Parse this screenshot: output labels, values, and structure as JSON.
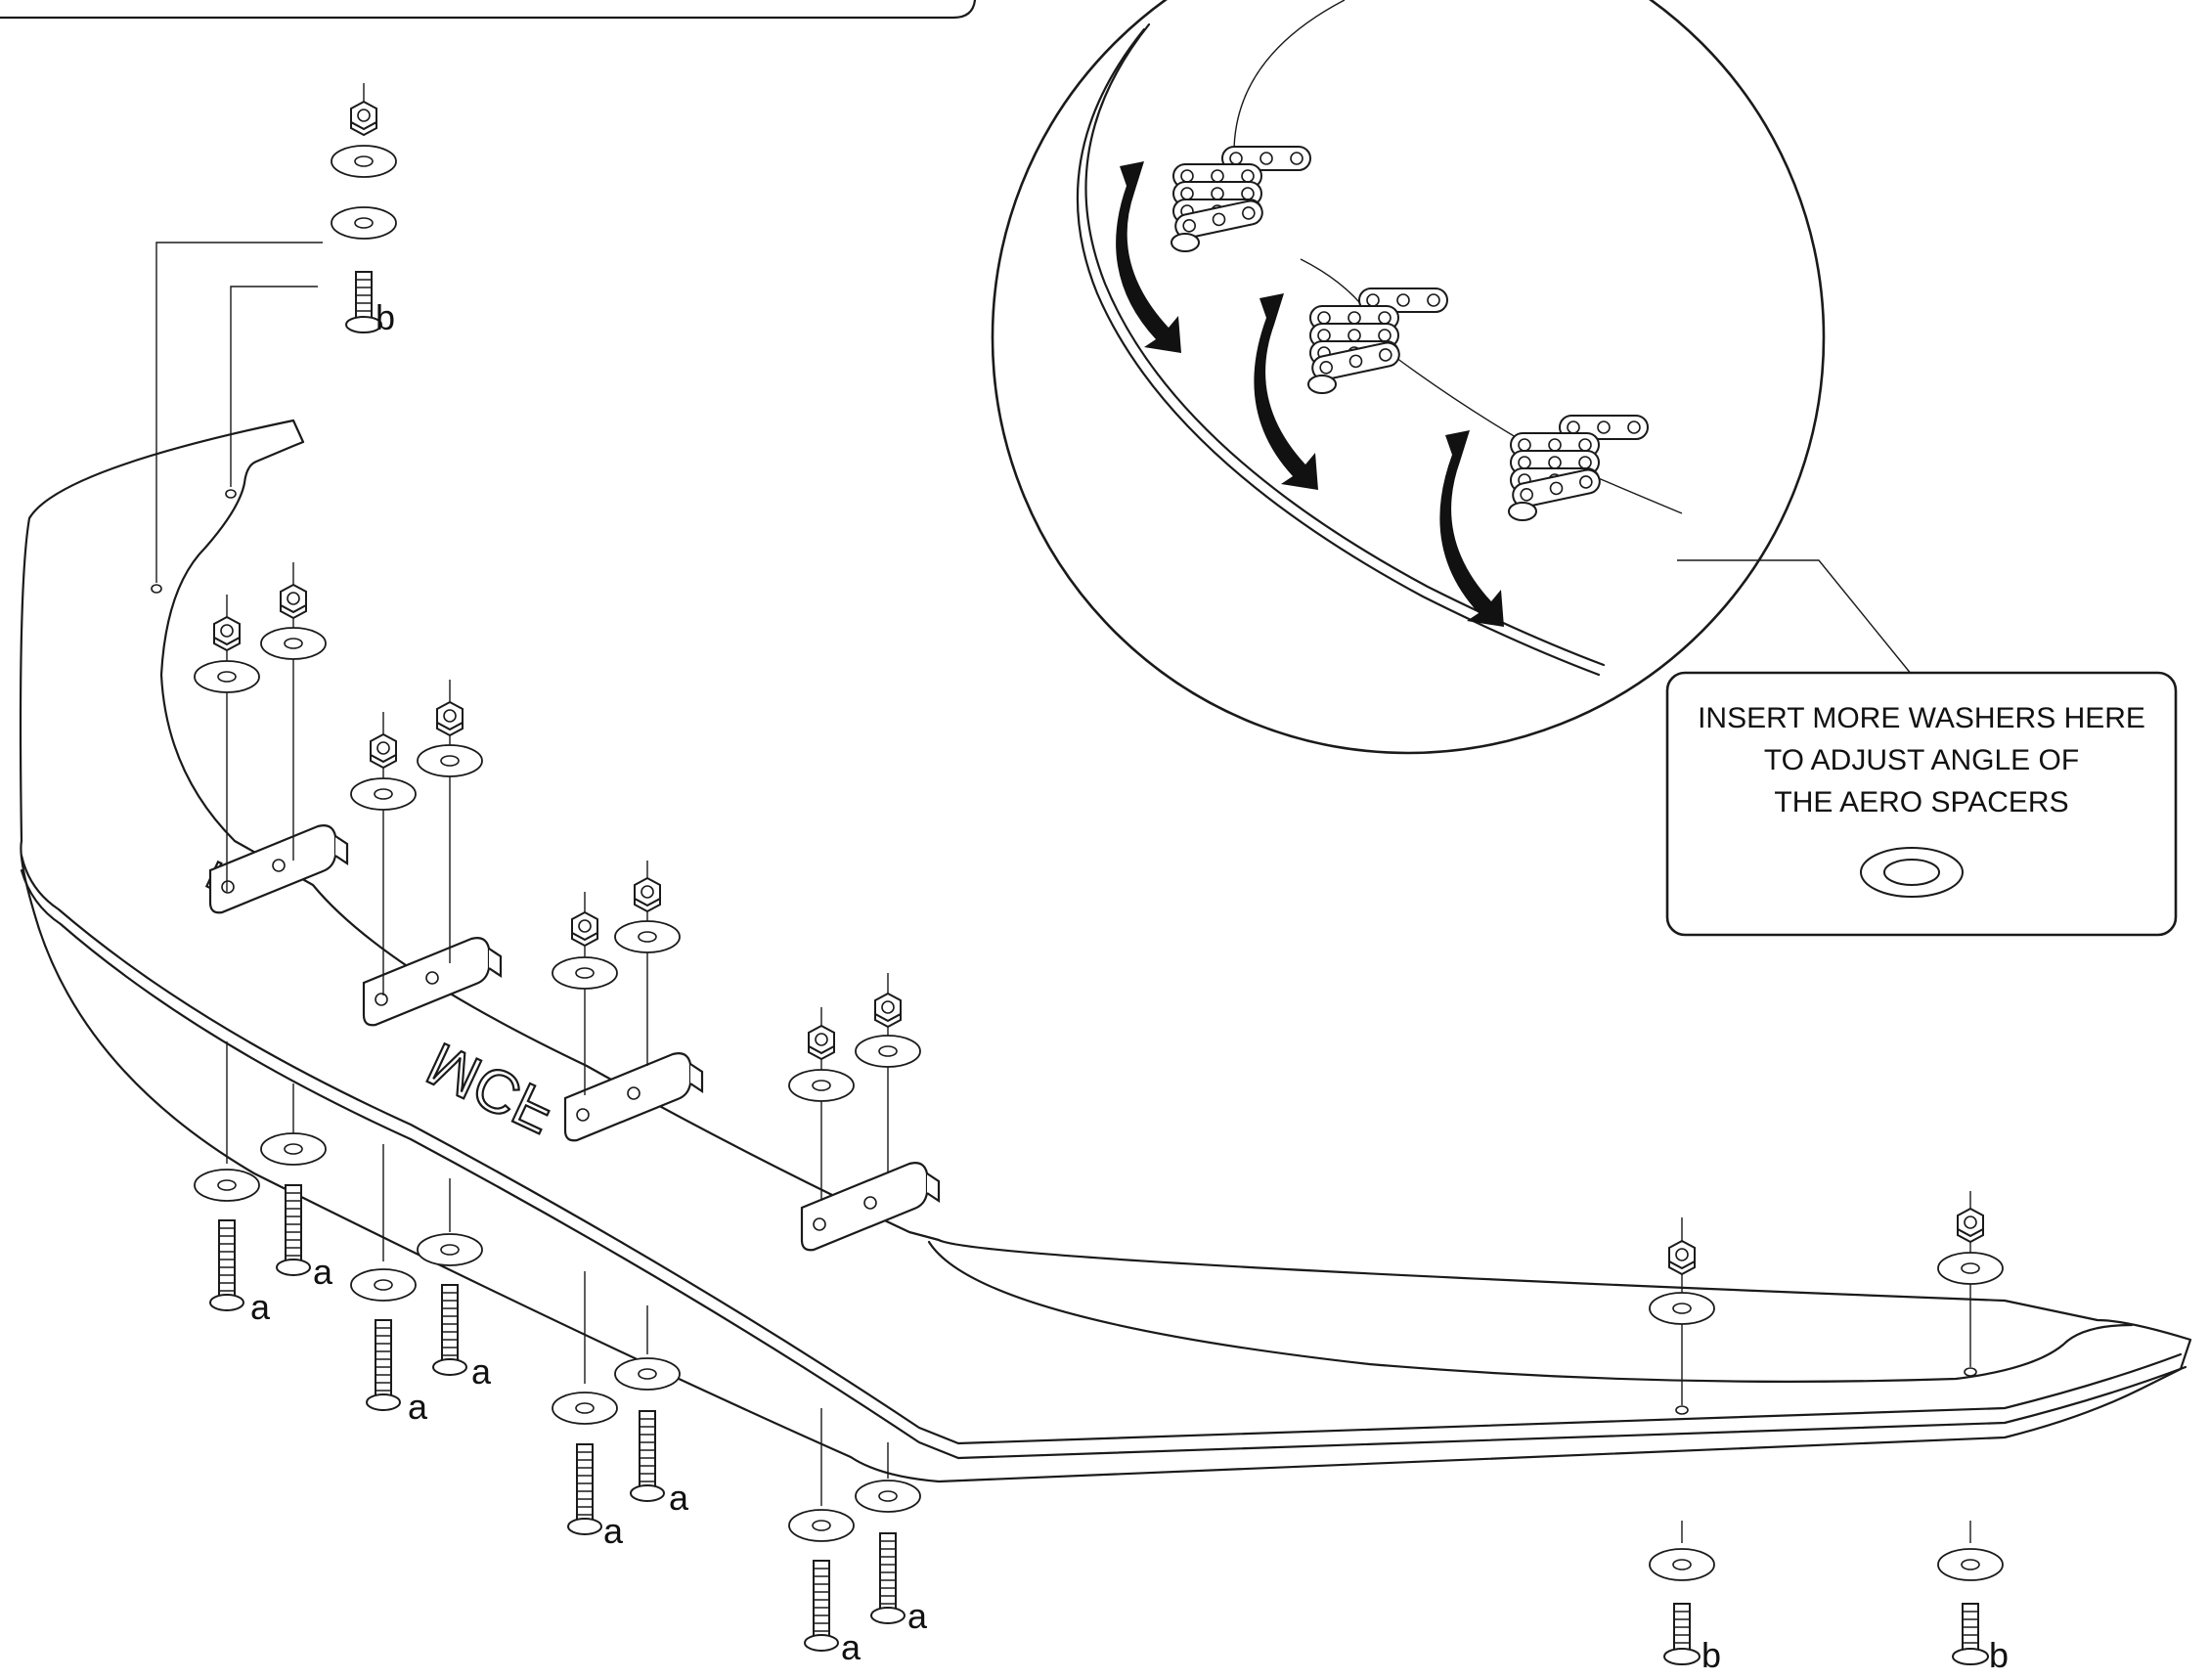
{
  "callout": {
    "line1": "INSERT MORE WASHERS HERE",
    "line2": "TO ADJUST  ANGLE OF",
    "line3": "THE AERO SPACERS"
  },
  "labels": {
    "bolt_a": "a",
    "bolt_b": "b"
  },
  "logo_text": "MCF",
  "colors": {
    "line": "#1a1a1a",
    "background": "#ffffff"
  }
}
